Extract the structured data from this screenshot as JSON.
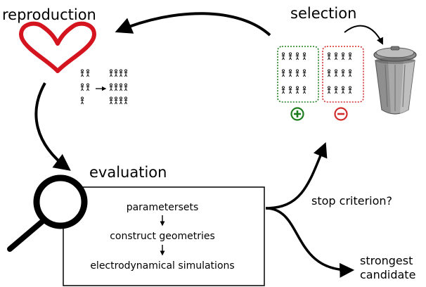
{
  "diagram": {
    "stages": {
      "reproduction": "reproduction",
      "selection": "selection",
      "evaluation": "evaluation"
    },
    "evaluation_steps": [
      "parametersets",
      "construct geometries",
      "electrodynamical simulations"
    ],
    "branches": {
      "loop": "stop criterion?",
      "exit_line1": "strongest",
      "exit_line2": "candidate"
    },
    "selection_groups": {
      "keep_symbol": "+",
      "discard_symbol": "−"
    },
    "colors": {
      "heart": "#d4141e",
      "keep": "#1e7d1e",
      "discard": "#d22d2d",
      "trash": "#9a9a9a"
    },
    "icons": [
      "heart-icon",
      "magnifier-icon",
      "trash-can-icon",
      "plus-circle-icon",
      "minus-circle-icon",
      "stick-figure-icon"
    ]
  }
}
